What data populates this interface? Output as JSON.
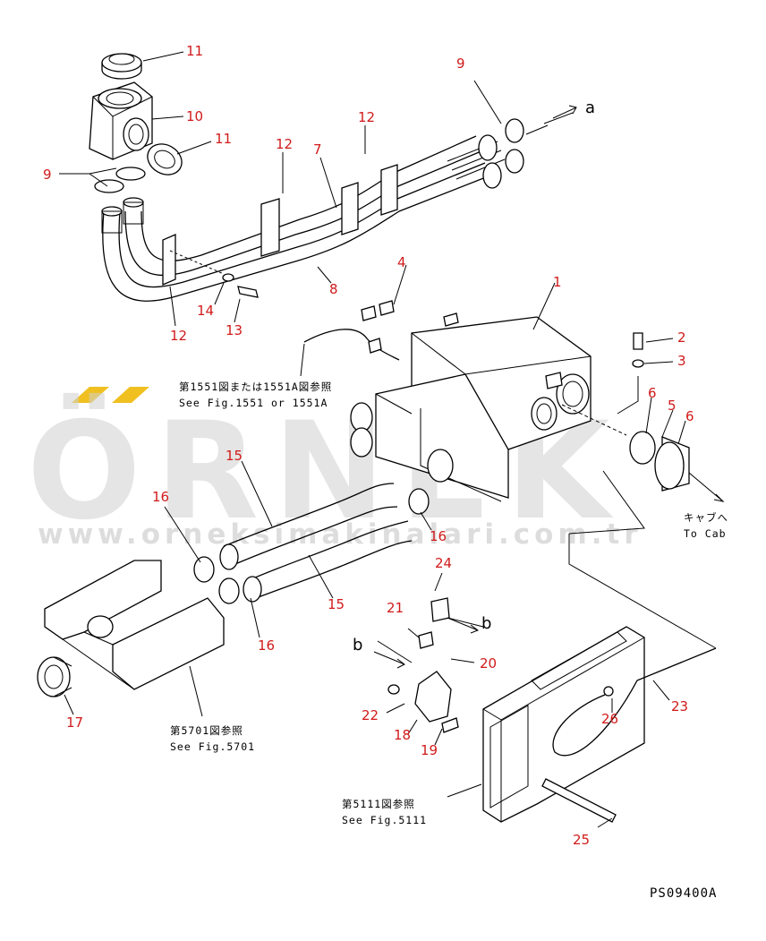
{
  "watermark": {
    "brand": "ÖRNEK",
    "url": "www.orneksimakinalari.com.tr"
  },
  "drawing_code": "PS09400A",
  "callouts": [
    {
      "id": "c1",
      "text": "1"
    },
    {
      "id": "c2",
      "text": "2"
    },
    {
      "id": "c3",
      "text": "3"
    },
    {
      "id": "c4",
      "text": "4"
    },
    {
      "id": "c5",
      "text": "5"
    },
    {
      "id": "c6a",
      "text": "6"
    },
    {
      "id": "c6b",
      "text": "6"
    },
    {
      "id": "c7",
      "text": "7"
    },
    {
      "id": "c8",
      "text": "8"
    },
    {
      "id": "c9a",
      "text": "9"
    },
    {
      "id": "c9b",
      "text": "9"
    },
    {
      "id": "c10",
      "text": "10"
    },
    {
      "id": "c11a",
      "text": "11"
    },
    {
      "id": "c11b",
      "text": "11"
    },
    {
      "id": "c12a",
      "text": "12"
    },
    {
      "id": "c12b",
      "text": "12"
    },
    {
      "id": "c12c",
      "text": "12"
    },
    {
      "id": "c13",
      "text": "13"
    },
    {
      "id": "c14",
      "text": "14"
    },
    {
      "id": "c15a",
      "text": "15"
    },
    {
      "id": "c15b",
      "text": "15"
    },
    {
      "id": "c16a",
      "text": "16"
    },
    {
      "id": "c16b",
      "text": "16"
    },
    {
      "id": "c16c",
      "text": "16"
    },
    {
      "id": "c17",
      "text": "17"
    },
    {
      "id": "c18",
      "text": "18"
    },
    {
      "id": "c19",
      "text": "19"
    },
    {
      "id": "c20",
      "text": "20"
    },
    {
      "id": "c21",
      "text": "21"
    },
    {
      "id": "c22",
      "text": "22"
    },
    {
      "id": "c23",
      "text": "23"
    },
    {
      "id": "c24",
      "text": "24"
    },
    {
      "id": "c25",
      "text": "25"
    },
    {
      "id": "c26",
      "text": "26"
    }
  ],
  "markers": {
    "a": "a",
    "b_right": "b",
    "b_left": "b"
  },
  "references": {
    "fig1551_jp": "第1551図または1551A図参照",
    "fig1551_en": "See Fig.1551 or 1551A",
    "cab_jp": "キャブへ",
    "cab_en": "To Cab",
    "fig5701_jp": "第5701図参照",
    "fig5701_en": "See Fig.5701",
    "fig5111_jp": "第5111図参照",
    "fig5111_en": "See Fig.5111"
  }
}
